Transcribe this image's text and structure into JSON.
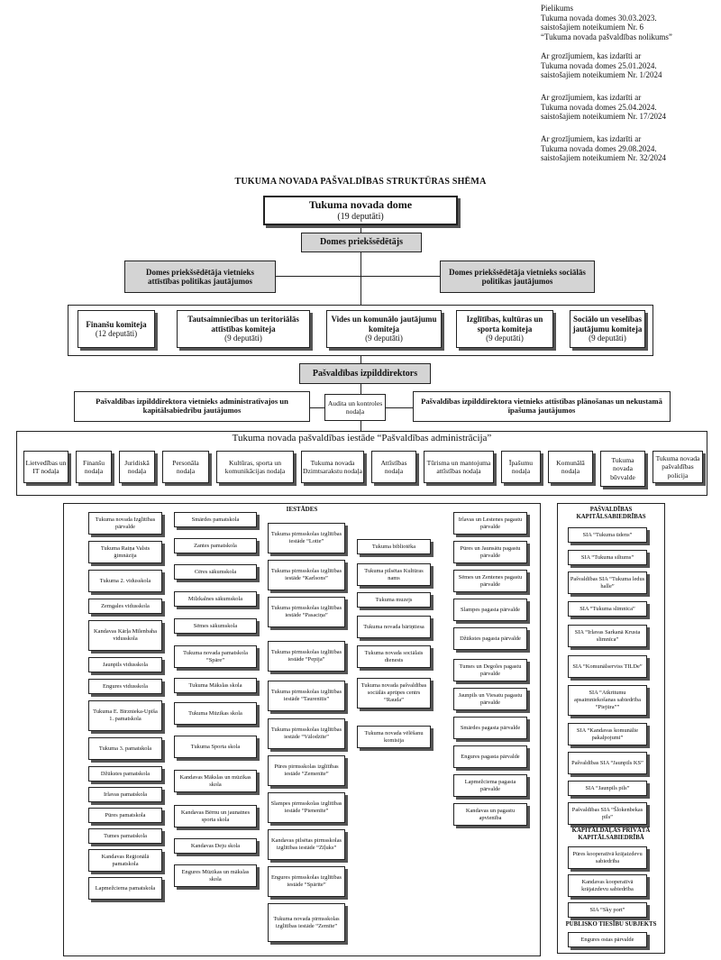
{
  "header": {
    "appendix": [
      "Pielikums",
      "Tukuma novada domes 30.03.2023.",
      "saistošajiem noteikumiem Nr. 6",
      "“Tukuma novada pašvaldības nolikums”"
    ],
    "amendments": [
      [
        "Ar grozījumiem, kas izdarīti ar",
        "Tukuma novada domes 25.01.2024.",
        "saistošajiem noteikumiem Nr. 1/2024"
      ],
      [
        "Ar grozījumiem, kas izdarīti ar",
        "Tukuma novada domes 25.04.2024.",
        "saistošajiem noteikumiem Nr. 17/2024"
      ],
      [
        "Ar grozījumiem, kas izdarīti ar",
        "Tukuma novada domes 29.08.2024.",
        "saistošajiem noteikumiem Nr. 32/2024"
      ]
    ]
  },
  "title": "TUKUMA NOVADA PAŠVALDĪBAS STRUKTŪRAS SHĒMA",
  "council": {
    "name": "Tukuma novada dome",
    "members": "(19 deputāti)"
  },
  "chair": "Domes priekšsēdētājs",
  "deputies": {
    "left": "Domes priekšsēdētāja vietnieks attīstības politikas jautājumos",
    "right": "Domes priekšsēdētāja vietnieks sociālās politikas jautājumos"
  },
  "committees": [
    {
      "name": "Finanšu komiteja",
      "members": "(12 deputāti)"
    },
    {
      "name": "Tautsaimniecības un teritoriālās attīstības komiteja",
      "members": "(9 deputāti)"
    },
    {
      "name": "Vides un komunālo jautājumu komiteja",
      "members": "(9 deputāti)"
    },
    {
      "name": "Izglītības, kultūras un sporta komiteja",
      "members": "(9 deputāti)"
    },
    {
      "name": "Sociālo un veselības jautājumu komiteja",
      "members": "(9 deputāti)"
    }
  ],
  "director": "Pašvaldības izpilddirektors",
  "director_deputies": {
    "left": "Pašvaldības izpilddirektora vietnieks administratīvajos un kapitālsabiedrību jautājumos",
    "audit": "Audita un kontroles nodaļa",
    "right": "Pašvaldības izpilddirektora vietnieks attīstības plānošanas un nekustamā īpašuma jautājumos"
  },
  "administration": {
    "title": "Tukuma novada pašvaldības iestāde “Pašvaldības administrācija”",
    "departments": [
      "Lietvedības un IT nodaļa",
      "Finanšu nodaļa",
      "Juridiskā nodaļa",
      "Personāla nodaļa",
      "Kultūras, sporta un komunikācijas nodaļa",
      "Tukuma novada Dzimtsarakstu nodaļa",
      "Attīstības nodaļa",
      "Tūrisma un mantojuma attīstības nodaļa",
      "Īpašumu nodaļa",
      "Komunālā nodaļa",
      "Tukuma novada būvvalde",
      "Tukuma novada pašvaldības policija"
    ]
  },
  "institutions": {
    "title": "IESTĀDES",
    "col1": [
      "Tukuma novada Izglītības pārvalde",
      "Tukuma Raiņa Valsts ģimnāzija",
      "Tukuma 2. vidusskola",
      "Zemgales vidusskola",
      "Kandavas Kārļa Mīlenbaha vidusskola",
      "Jaunpils vidusskola",
      "Engures vidusskola",
      "Tukuma E. Birznieka-Upīša 1. pamatskola",
      "Tukuma 3. pamatskola",
      "Džūkstes pamatskola",
      "Irlavas pamatskola",
      "Pūres pamatskola",
      "Tumes pamatskola",
      "Kandavas Reģionālā pamatskola",
      "Lapmežciema pamatskola"
    ],
    "col2": [
      "Smārdes pamatskola",
      "Zantes pamatskola",
      "Cēres sākumskola",
      "Milzkalnes sākumskola",
      "Sēmes sākumskola",
      "Tukuma novada pamatskola “Spāre”",
      "Tukuma Mākslas skola",
      "Tukuma Mūzikas skola",
      "Tukuma Sporta skola",
      "Kandavas Mākslas un mūzikas skola",
      "Kandavas Bērnu un jaunatnes sporta skola",
      "Kandavas Deju skola",
      "Engures Mūzikas un mākslas skola"
    ],
    "col3": [
      "Tukuma pirmsskolas izglītības iestāde “Lotte”",
      "Tukuma pirmsskolas izglītības iestāde “Karlsons”",
      "Tukuma pirmsskolas izglītības iestāde “Pasaciņa”",
      "Tukuma pirmsskolas izglītības iestāde “Pepija”",
      "Tukuma pirmsskolas izglītības iestāde “Taurenītis”",
      "Tukuma pirmsskolas izglītības iestāde “Vālodzīte”",
      "Pūres pirmsskolas izglītības iestāde “Zemenīte”",
      "Slampes pirmsskolas izglītības iestāde “Pienenīte”",
      "Kandavas pilsētas pirmsskolas izglītības iestāde “Zīļuks”",
      "Engures pirmsskolas izglītības iestāde “Spārīte”",
      "Tukuma novada pirmsskolas izglītības iestāde “Zemīte”"
    ],
    "col4": [
      "Tukuma bibliotēka",
      "Tukuma pilsētas Kultūras nams",
      "Tukuma muzejs",
      "Tukuma novada bāriņtiesa",
      "Tukuma novada sociālais dienests",
      "Tukuma novada pašvaldības sociālās aprūpes centrs “Rauda”",
      "Tukuma novada vēlēšanu komisija"
    ],
    "col5": [
      "Irlavas un Lestenes pagastu pārvalde",
      "Pūres un Jaunsātu pagastu pārvalde",
      "Sēmes un Zentenes pagastu pārvalde",
      "Slampes pagasta pārvalde",
      "Džūkstes pagasta pārvalde",
      "Tumes un Degoles pagastu pārvalde",
      "Jaunpils un Viesatu pagastu pārvalde",
      "Smārdes pagasta pārvalde",
      "Engures pagasta pārvalde",
      "Lapmežciema pagasta pārvalde",
      "Kandavas un pagastu apvienība"
    ]
  },
  "companies": {
    "title": "PAŠVALDĪBAS KAPITĀLSABIEDRĪBAS",
    "items": [
      "SIA “Tukuma ūdens”",
      "SIA “Tukuma siltums”",
      "Pašvaldības SIA “Tukuma ledus halle”",
      "SIA “Tukuma slimnīca”",
      "SIA “Irlavas Sarkanā Krusta slimnīca”",
      "SIA “Komunālserviss TILDe”",
      "SIA “Atkritumu apsaimniekošanas sabiedrība “Piejūra””",
      "SIA “Kandavas komunālie pakalpojumi”",
      "Pašvaldības SIA “Jaunpils KS”",
      "SIA “Jaunpils pils”",
      "Pašvaldības SIA “Šlokenbekas pils”"
    ],
    "private_title": "KAPITĀLDAĻAS PRIVĀTĀ KAPITĀLSABIEDRĪBĀ",
    "private_items": [
      "Pūres kooperatīvā krājaizdevu sabiedrība",
      "Kandavas kooperatīvā krājaizdevu sabiedrība",
      "SIA “Sky port”"
    ],
    "public_title": "PUBLISKO TIESĪBU SUBJEKTS",
    "public_items": [
      "Engures ostas pārvalde"
    ]
  }
}
